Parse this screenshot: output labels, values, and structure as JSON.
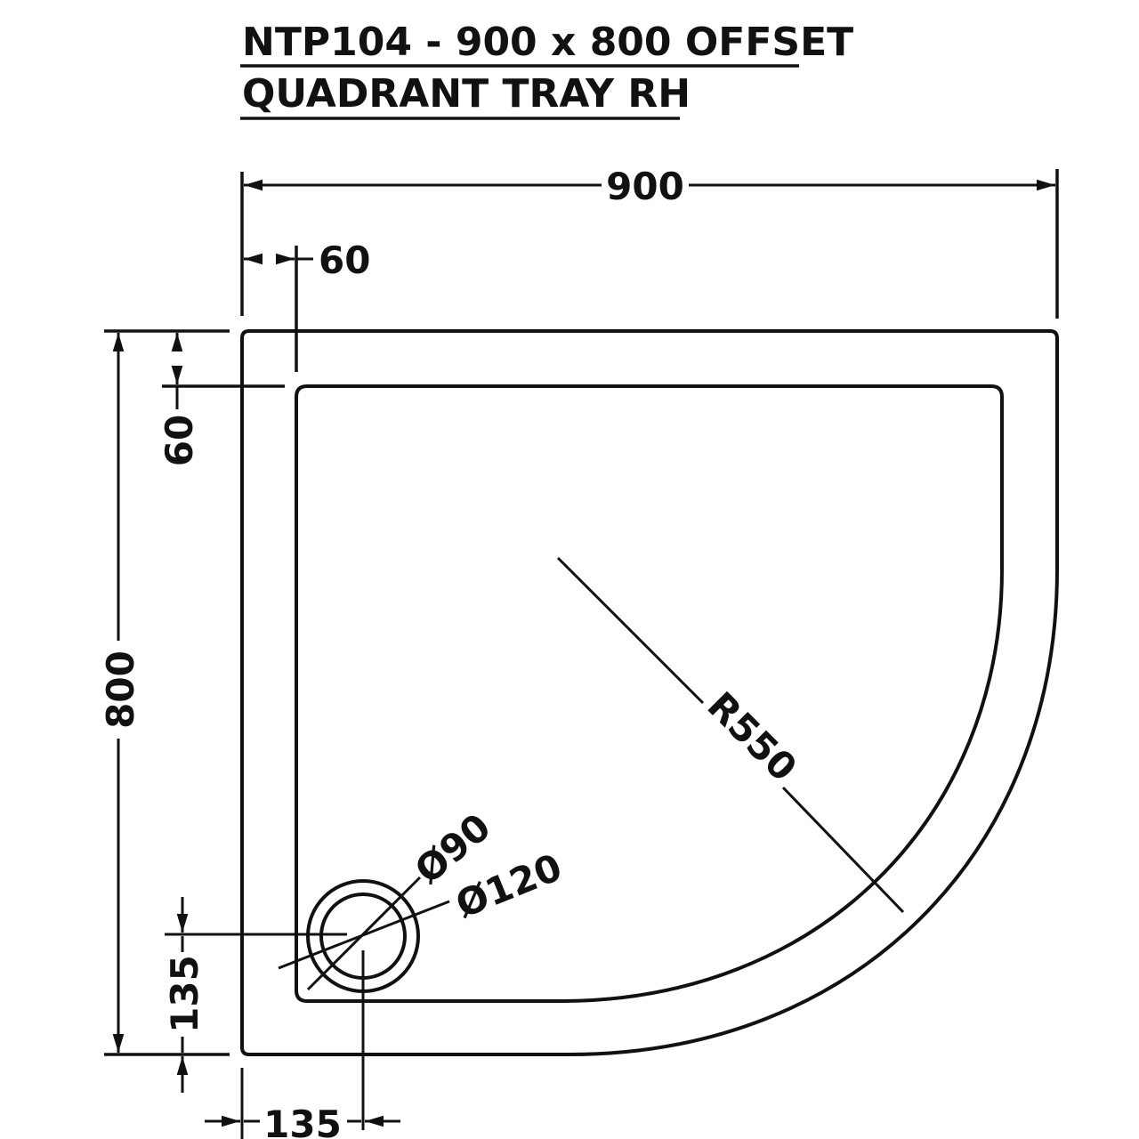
{
  "title": {
    "line1": "NTP104 - 900 x 800 OFFSET",
    "line2": "QUADRANT TRAY RH"
  },
  "dimensions": {
    "overall_width": "900",
    "overall_depth": "800",
    "rim_width_top": "60",
    "rim_width_side": "60",
    "radius": "R550",
    "waste_inner_diameter": "Ø90",
    "waste_outer_diameter": "Ø120",
    "waste_offset_vertical": "135",
    "waste_offset_horizontal": "135"
  },
  "colors": {
    "line": "#111111",
    "background": "#ffffff"
  }
}
